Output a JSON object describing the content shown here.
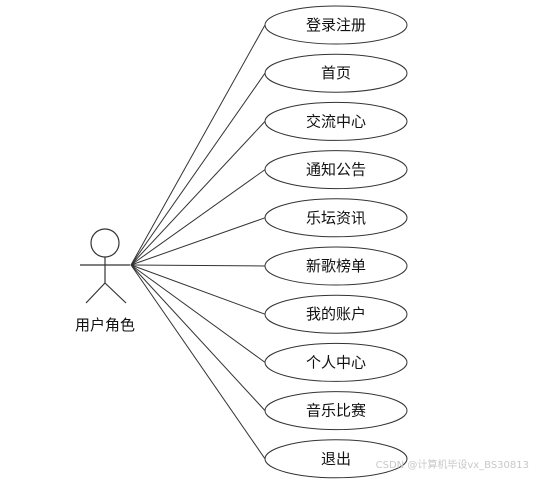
{
  "actor": {
    "label": "用户角色"
  },
  "use_cases": [
    "登录注册",
    "首页",
    "交流中心",
    "通知公告",
    "乐坛资讯",
    "新歌榜单",
    "我的账户",
    "个人中心",
    "音乐比赛",
    "退出"
  ],
  "watermark": "CSDN @计算机毕设vx_BS30813"
}
